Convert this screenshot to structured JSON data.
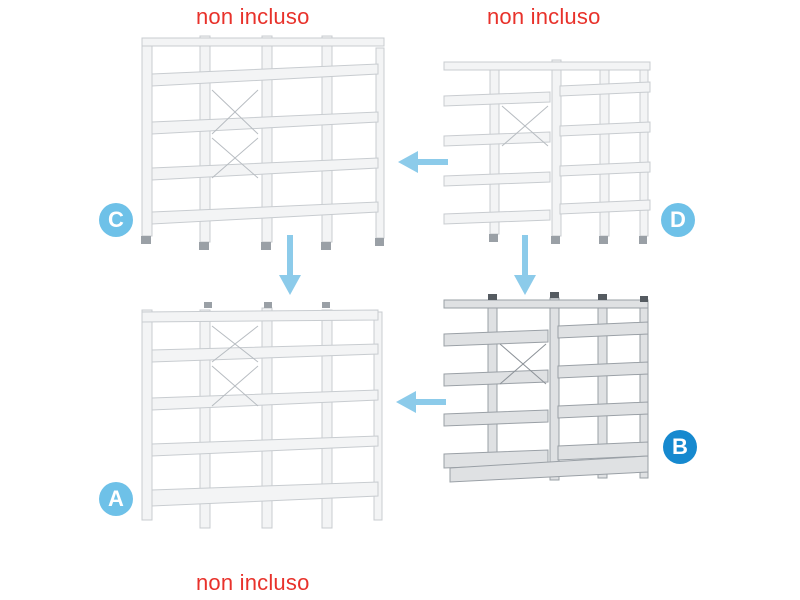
{
  "captions": {
    "c": "non incluso",
    "d": "non incluso",
    "a": "non incluso"
  },
  "badges": {
    "c": "C",
    "d": "D",
    "a": "A",
    "b": "B"
  },
  "colors": {
    "caption": "#e8322b",
    "badge_light": "#6ec1e8",
    "badge_dark": "#1689cf",
    "arrow": "#8ccbea",
    "shelf_frame": "#f2f3f4",
    "shelf_edge": "#c9cdd1"
  },
  "icons": {
    "arrow_down": "arrow-down-icon",
    "arrow_left": "arrow-left-icon"
  }
}
